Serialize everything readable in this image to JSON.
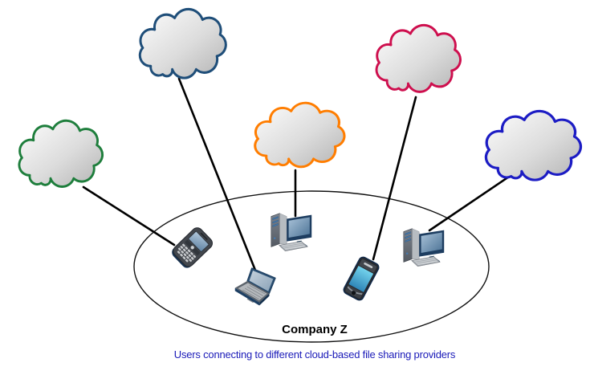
{
  "diagram": {
    "company_label": "Company Z",
    "caption": "Users connecting to different cloud-based file sharing providers",
    "caption_color": "#1a1ab8",
    "line_color": "#000000",
    "ellipse_color": "#111111",
    "cloud_fill_from": "#fcfcfc",
    "cloud_fill_to": "#b5b5b5",
    "clouds": [
      {
        "id": "cloud-top-left",
        "outline_color": "#1f4e79",
        "connects_to": "laptop"
      },
      {
        "id": "cloud-left",
        "outline_color": "#1e7e3c",
        "connects_to": "blackberry-phone"
      },
      {
        "id": "cloud-middle",
        "outline_color": "#ff7d00",
        "connects_to": "desktop-computer-1"
      },
      {
        "id": "cloud-top-right",
        "outline_color": "#ce0f4e",
        "connects_to": "smartphone"
      },
      {
        "id": "cloud-right",
        "outline_color": "#1c1cc4",
        "connects_to": "desktop-computer-2"
      }
    ],
    "devices": [
      {
        "id": "blackberry-phone",
        "type": "mobile-phone"
      },
      {
        "id": "desktop-computer-1",
        "type": "desktop-computer"
      },
      {
        "id": "laptop",
        "type": "laptop"
      },
      {
        "id": "smartphone",
        "type": "smartphone"
      },
      {
        "id": "desktop-computer-2",
        "type": "desktop-computer"
      }
    ]
  }
}
